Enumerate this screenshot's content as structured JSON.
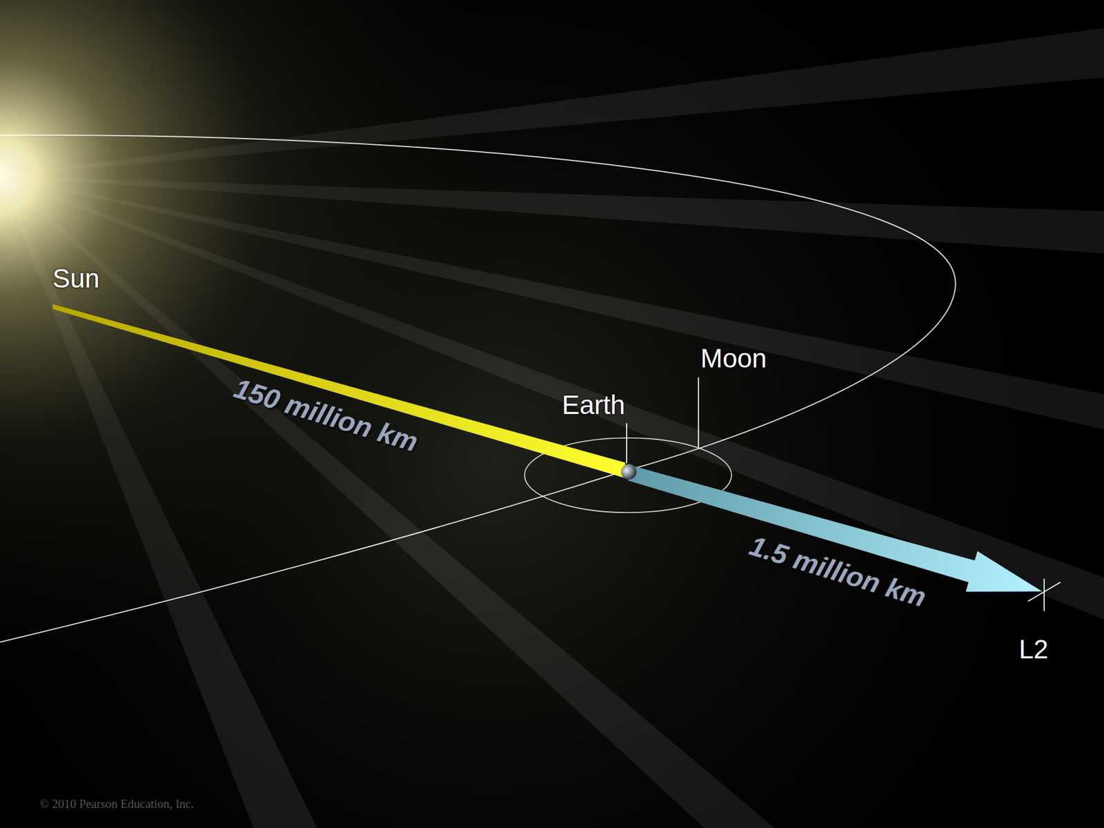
{
  "diagram": {
    "labels": [
      "Sun",
      "150 million km",
      "Earth",
      "Moon",
      "1.5 million km",
      "L2",
      "© 2010 Pearson Education, Inc."
    ]
  }
}
